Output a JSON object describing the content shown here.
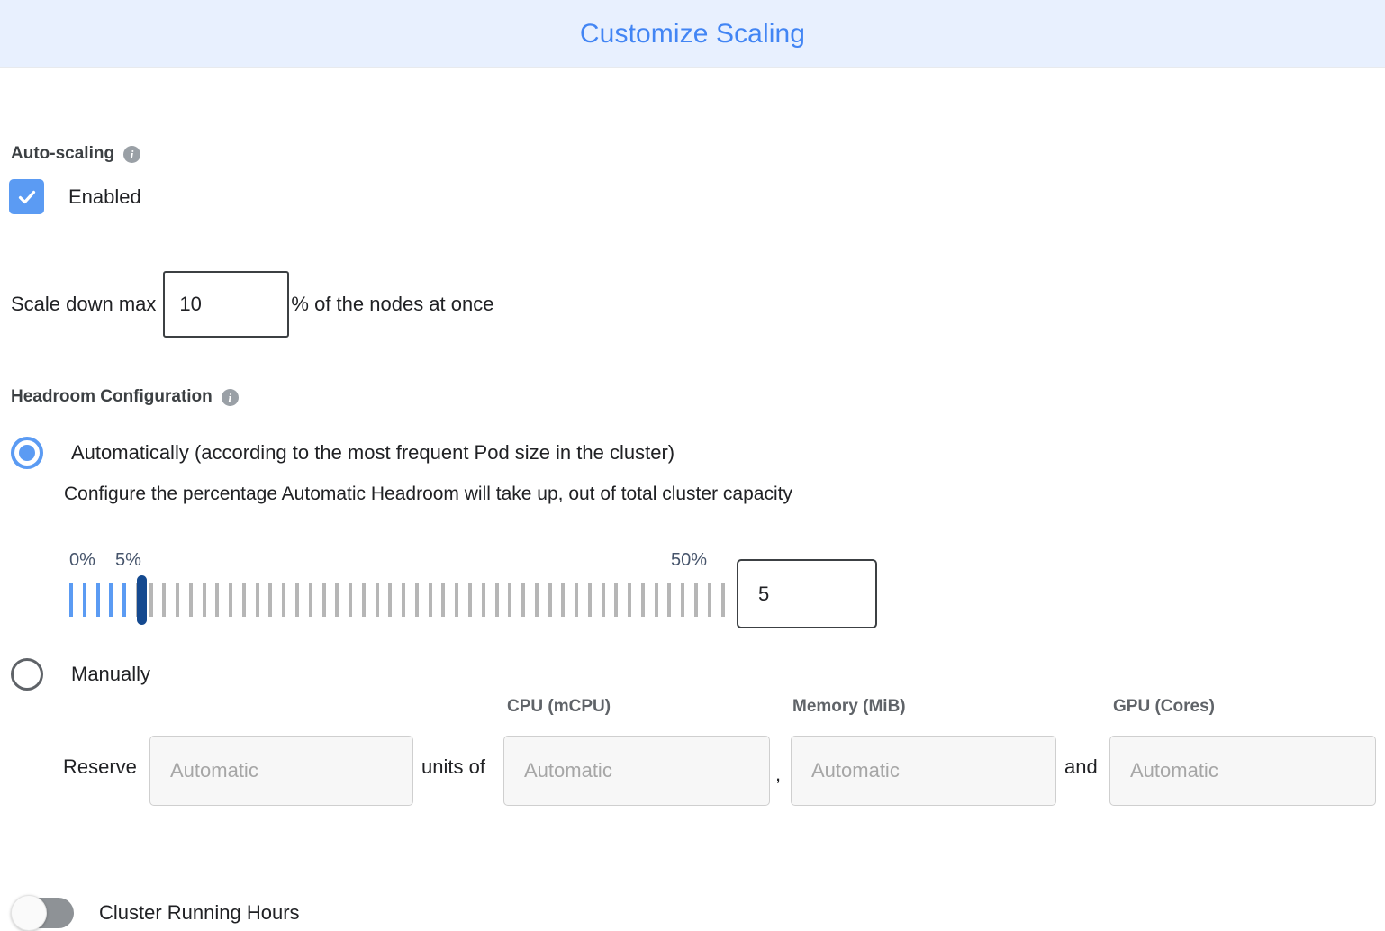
{
  "dialog": {
    "title": "Customize Scaling",
    "title_color": "#4285f4",
    "header_bg": "#e8f0fe"
  },
  "autoscaling": {
    "heading": "Auto-scaling",
    "info_icon": "info-icon",
    "info_glyph": "i",
    "enabled_label": "Enabled",
    "enabled_checked": true,
    "accent_color": "#5b9bf3"
  },
  "scale_down": {
    "prefix_label": "Scale down max",
    "value": "10",
    "suffix_label": "% of the nodes at once"
  },
  "headroom": {
    "heading": "Headroom Configuration",
    "info_icon": "info-icon",
    "info_glyph": "i",
    "option_auto": "Automatically (according to the most frequent Pod size in the cluster)",
    "option_auto_selected": true,
    "description": "Configure the percentage Automatic Headroom will take up, out of total cluster capacity",
    "option_manual": "Manually",
    "option_manual_selected": false
  },
  "slider": {
    "min_label": "0%",
    "current_label": "5%",
    "max_label": "50%",
    "min": 0,
    "max": 50,
    "value": 5,
    "tick_count": 50,
    "value_box": "5",
    "filled_color": "#5b9bf3",
    "empty_color": "#b6b6b6",
    "handle_color": "#14498f",
    "label_color": "#46546b"
  },
  "reserve": {
    "label": "Reserve",
    "units_placeholder": "Automatic",
    "units_of_label": "units of",
    "comma": ",",
    "and_label": "and",
    "columns": [
      {
        "header": "CPU (mCPU)",
        "placeholder": "Automatic",
        "value": ""
      },
      {
        "header": "Memory (MiB)",
        "placeholder": "Automatic",
        "value": ""
      },
      {
        "header": "GPU (Cores)",
        "placeholder": "Automatic",
        "value": ""
      }
    ]
  },
  "cluster_running_hours": {
    "label": "Cluster Running Hours",
    "enabled": false
  }
}
